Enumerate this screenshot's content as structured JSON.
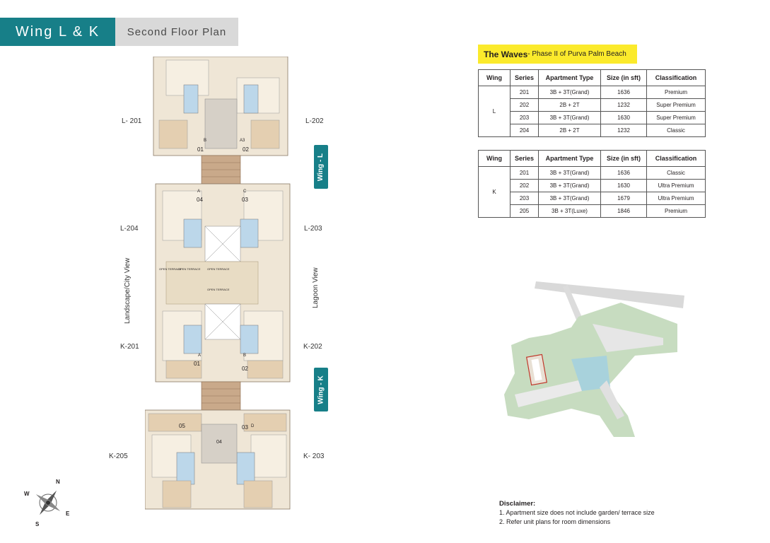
{
  "header": {
    "wing_title": "Wing L & K",
    "plan_title": "Second Floor Plan"
  },
  "plan": {
    "unit_labels": {
      "l201": "L- 201",
      "l202": "L-202",
      "l204": "L-204",
      "l203": "L-203",
      "k201": "K-201",
      "k202": "K-202",
      "k205": "K-205",
      "k203": "K- 203"
    },
    "side_left": "Landscape/City View",
    "side_right": "Lagoon View",
    "wing_l": "Wing - L",
    "wing_k": "Wing - K",
    "terrace_labels": [
      "OPEN TERRACE",
      "OPEN TERRACE",
      "OPEN TERRACE",
      "OPEN TERRACE"
    ],
    "unit_numbers": [
      "01",
      "02",
      "04",
      "03",
      "01",
      "02",
      "05",
      "03",
      "04"
    ],
    "door_letters": [
      "B",
      "A3",
      "A",
      "C",
      "A",
      "B",
      "D"
    ]
  },
  "waves": {
    "name": "The Waves",
    "subtitle": "- Phase II of Purva Palm Beach"
  },
  "table_l": {
    "headers": [
      "Wing",
      "Series",
      "Apartment Type",
      "Size (in sft)",
      "Classification"
    ],
    "wing": "L",
    "rows": [
      [
        "201",
        "3B + 3T(Grand)",
        "1636",
        "Premium"
      ],
      [
        "202",
        "2B + 2T",
        "1232",
        "Super Premium"
      ],
      [
        "203",
        "3B + 3T(Grand)",
        "1630",
        "Super Premium"
      ],
      [
        "204",
        "2B + 2T",
        "1232",
        "Classic"
      ]
    ]
  },
  "table_k": {
    "headers": [
      "Wing",
      "Series",
      "Apartment Type",
      "Size (in sft)",
      "Classification"
    ],
    "wing": "K",
    "rows": [
      [
        "201",
        "3B + 3T(Grand)",
        "1636",
        "Classic"
      ],
      [
        "202",
        "3B + 3T(Grand)",
        "1630",
        "Ultra Premium"
      ],
      [
        "203",
        "3B + 3T(Grand)",
        "1679",
        "Ultra Premium"
      ],
      [
        "205",
        "3B + 3T(Luxe)",
        "1846",
        "Premium"
      ]
    ]
  },
  "compass": {
    "n": "N",
    "s": "S",
    "e": "E",
    "w": "W"
  },
  "disclaimer": {
    "title": "Disclaimer:",
    "line1": "1. Apartment size does not include garden/ terrace size",
    "line2": "2. Refer unit plans for room dimensions"
  },
  "colors": {
    "teal": "#177f88",
    "grey": "#d9d9d9",
    "yellow": "#fbea2c"
  }
}
